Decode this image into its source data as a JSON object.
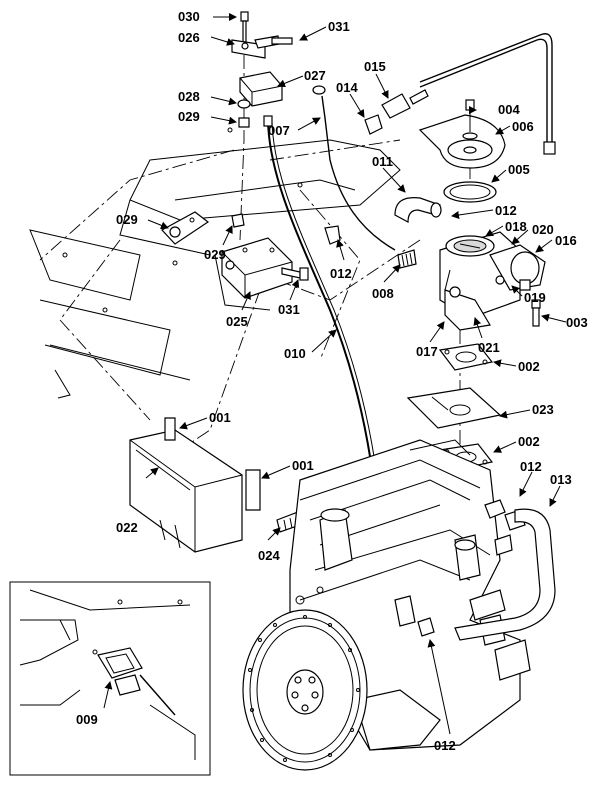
{
  "diagram": {
    "part_numbers": [
      "030",
      "031",
      "026",
      "027",
      "015",
      "028",
      "014",
      "004",
      "029",
      "007",
      "006",
      "011",
      "005",
      "012",
      "029",
      "018",
      "020",
      "016",
      "029",
      "012",
      "008",
      "019",
      "025",
      "031",
      "003",
      "021",
      "010",
      "017",
      "002",
      "023",
      "001",
      "002",
      "001",
      "012",
      "013",
      "022",
      "024",
      "009",
      "012"
    ]
  }
}
